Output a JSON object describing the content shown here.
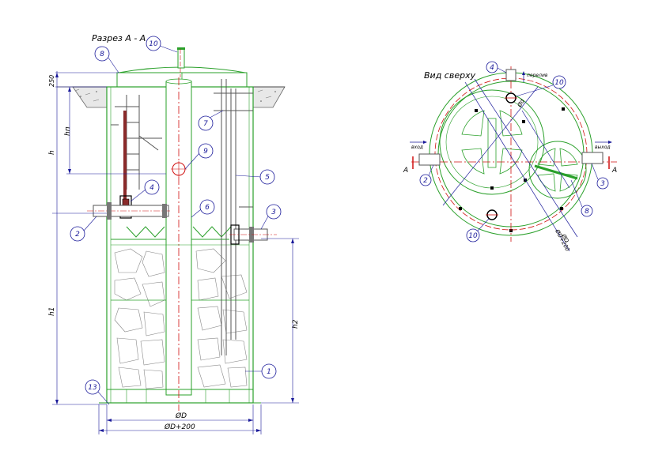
{
  "section": {
    "title": "Разрез А - А",
    "dims": {
      "top": "250",
      "hn": "hп",
      "h": "h",
      "h1": "h1",
      "h2": "h2",
      "d": "ØD",
      "d200": "ØD+200"
    },
    "callouts": [
      "8",
      "10",
      "7",
      "9",
      "4",
      "5",
      "6",
      "2",
      "3",
      "1",
      "13"
    ]
  },
  "topview": {
    "title": "Вид сверху",
    "inlet": "вход",
    "outlet": "выход",
    "overflow": "перелив",
    "section_a_left": "А",
    "section_a_right": "А",
    "dims": {
      "d": "ØD",
      "d200": "ØD+200",
      "dd": "Ød"
    },
    "callouts": [
      "4",
      "10",
      "2",
      "3",
      "8",
      "10"
    ]
  },
  "colors": {
    "outline": "#2aa02a",
    "axis": "#d01010",
    "callout": "#1a1a9a",
    "steel": "#555555",
    "pipe": "#8a2a2a",
    "soil": "#888888"
  }
}
